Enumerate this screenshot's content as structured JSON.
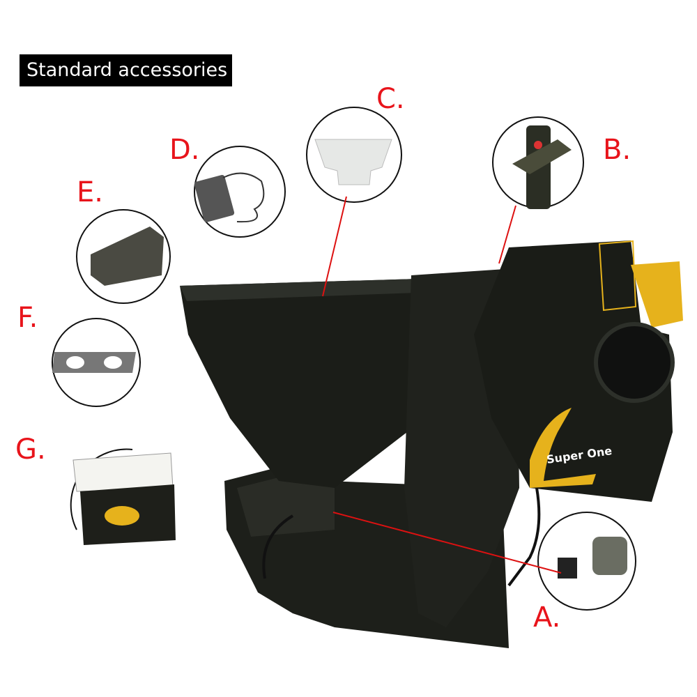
{
  "title": "Standard accessories",
  "labels": {
    "a": "A.",
    "b": "B.",
    "c": "C.",
    "d": "D.",
    "e": "E.",
    "f": "F.",
    "g": "G."
  },
  "machine_logo": "Super One",
  "colors": {
    "label_red": "#e8141b",
    "machine_body": "#1b1d18",
    "accent_yellow": "#e6b21c"
  }
}
